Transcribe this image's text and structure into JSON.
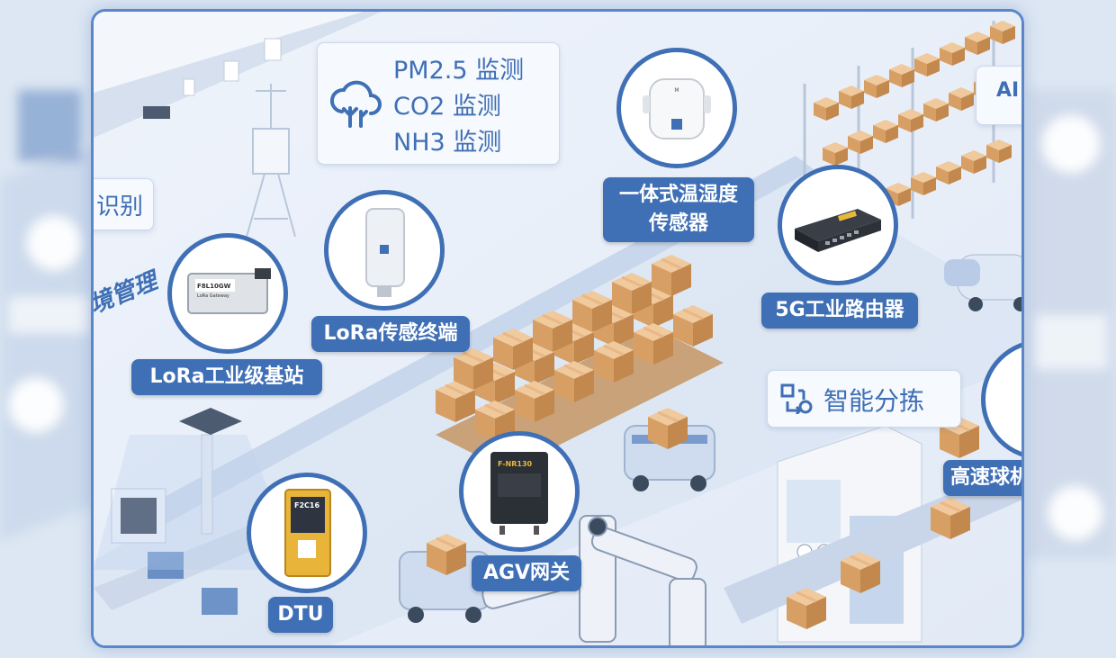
{
  "labels": {
    "pm25": "PM2.5 监测",
    "co2": "CO2 监测",
    "nh3": "NH3 监测",
    "temp_hum_line1": "一体式温湿度",
    "temp_hum_line2": "传感器",
    "router_5g": "5G工业路由器",
    "lora_sensor": "LoRa传感终端",
    "lora_base": "LoRa工业级基站",
    "smart_sort": "智能分拣",
    "dtu": "DTU",
    "agv_gateway": "AGV网关",
    "recognize": "识别",
    "env_manage": "境管理",
    "high_speed_ball": "高速球机",
    "ai_tag": "AI"
  },
  "device_text": {
    "dtu_model": "F2C16",
    "gateway_model": "F-NR130",
    "base_model": "F8L10GW",
    "base_sub": "LoRa Gateway"
  },
  "colors": {
    "accent": "#3f6fb5",
    "bg": "#e9f0fa",
    "box": "#d9a46e"
  }
}
